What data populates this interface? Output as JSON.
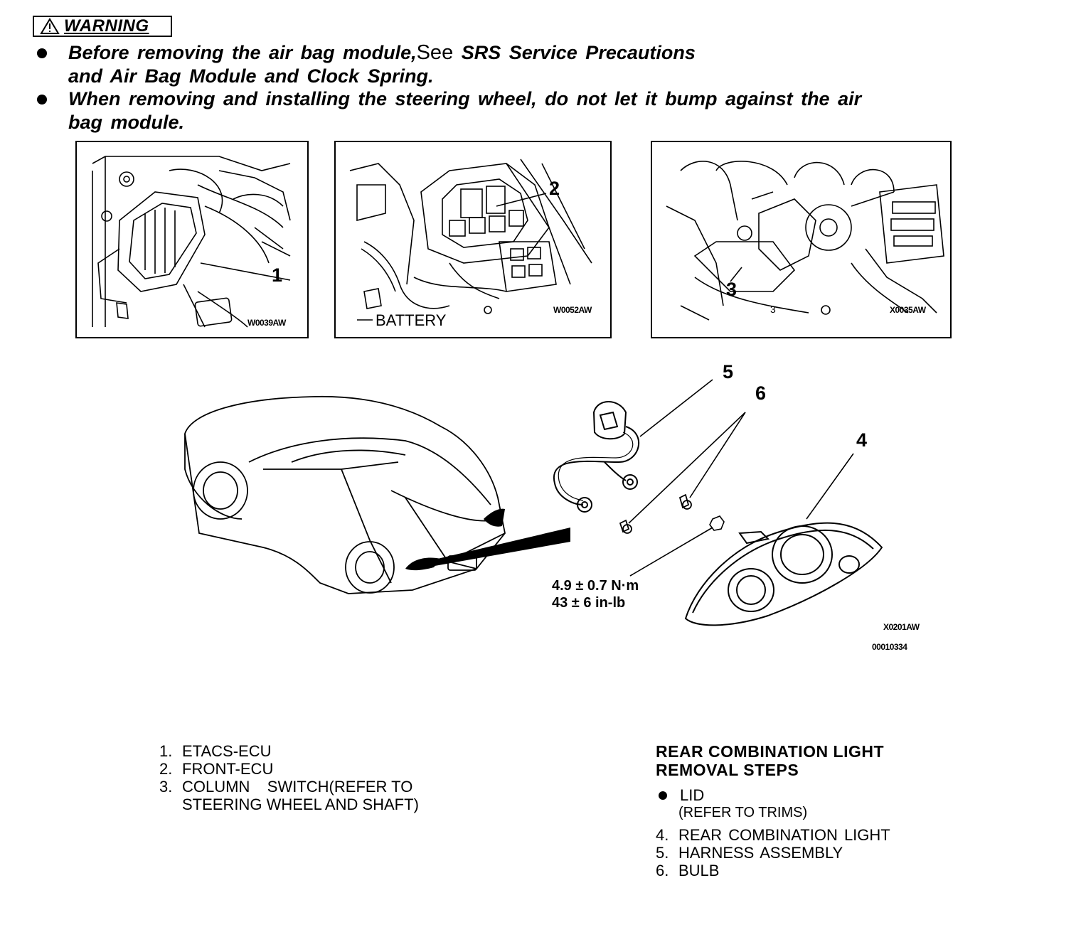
{
  "warning": {
    "title": "WARNING",
    "bullets": [
      {
        "line1_a": "Before removing the air bag module,",
        "line1_see": "See",
        "line1_b": " SRS Service Precautions",
        "line2": "and Air Bag Module and Clock Spring."
      },
      {
        "line1": "When removing and installing the steering wheel, do not let it bump against the air",
        "line2": "bag module."
      }
    ]
  },
  "figures": {
    "panel1": {
      "callout": "1",
      "code": "W0039AW"
    },
    "panel2": {
      "callout": "2",
      "code": "W0052AW",
      "label": "BATTERY"
    },
    "panel3": {
      "callout": "3",
      "code": "X0035AW",
      "small_mark": "3"
    },
    "main": {
      "callouts": [
        "5",
        "6",
        "4"
      ],
      "torque_line1": "4.9 ± 0.7 N·m",
      "torque_line2": "43 ± 6 in-lb",
      "code1": "X0201AW",
      "code2": "00010334"
    }
  },
  "left_list": [
    {
      "num": "1.",
      "text": "ETACS-ECU"
    },
    {
      "num": "2.",
      "text": "FRONT-ECU"
    },
    {
      "num": "3.",
      "text": "COLUMN    SWITCH(REFER TO"
    },
    {
      "num": "",
      "text": "STEERING WHEEL AND SHAFT)"
    }
  ],
  "steps": {
    "title_line1": "REAR COMBINATION LIGHT",
    "title_line2": "REMOVAL STEPS",
    "lid": "LID",
    "lid_note": "(REFER TO TRIMS)",
    "items": [
      {
        "num": "4.",
        "text": "REAR COMBINATION LIGHT"
      },
      {
        "num": "5.",
        "text": "HARNESS ASSEMBLY"
      },
      {
        "num": "6.",
        "text": "BULB"
      }
    ]
  }
}
